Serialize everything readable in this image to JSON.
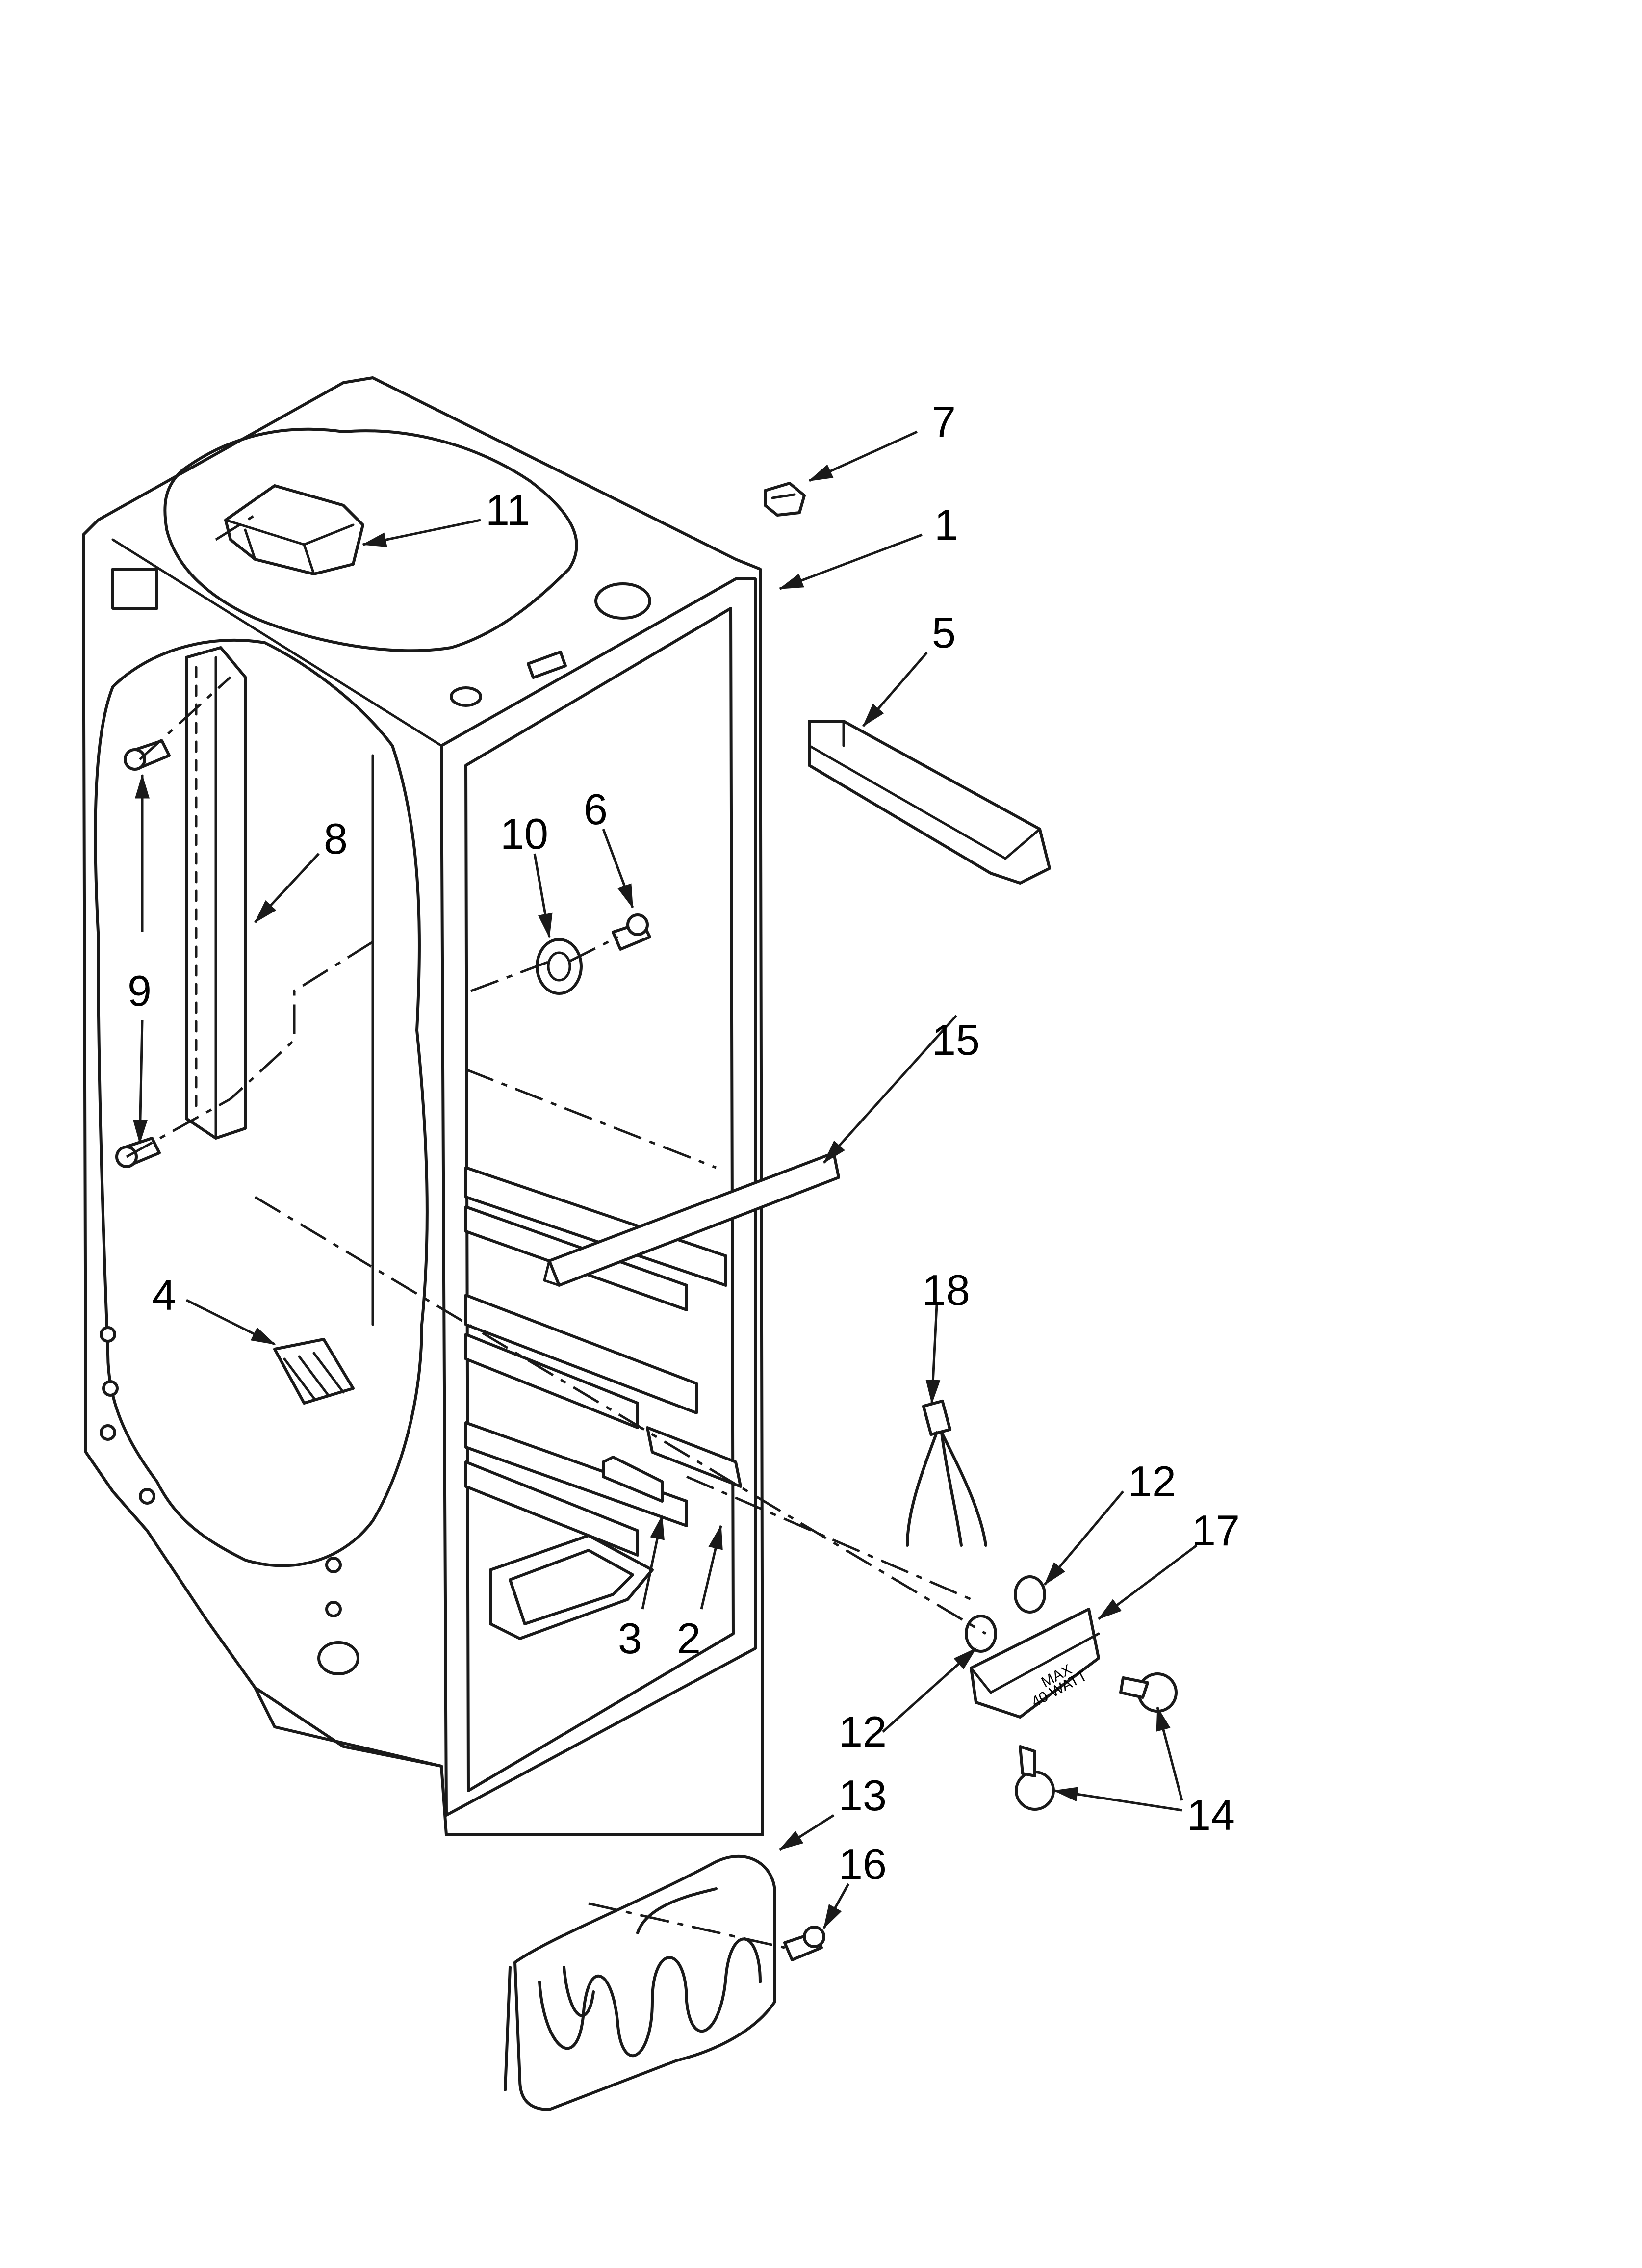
{
  "callouts": {
    "c1": "1",
    "c2": "2",
    "c3": "3",
    "c4": "4",
    "c5": "5",
    "c6": "6",
    "c7": "7",
    "c8": "8",
    "c9": "9",
    "c10": "10",
    "c11": "11",
    "c12a": "12",
    "c12b": "12",
    "c13": "13",
    "c14": "14",
    "c15": "15",
    "c16": "16",
    "c17": "17",
    "c18": "18"
  },
  "bracket_text": {
    "line1": "MAX",
    "line2": "40 WATT"
  }
}
